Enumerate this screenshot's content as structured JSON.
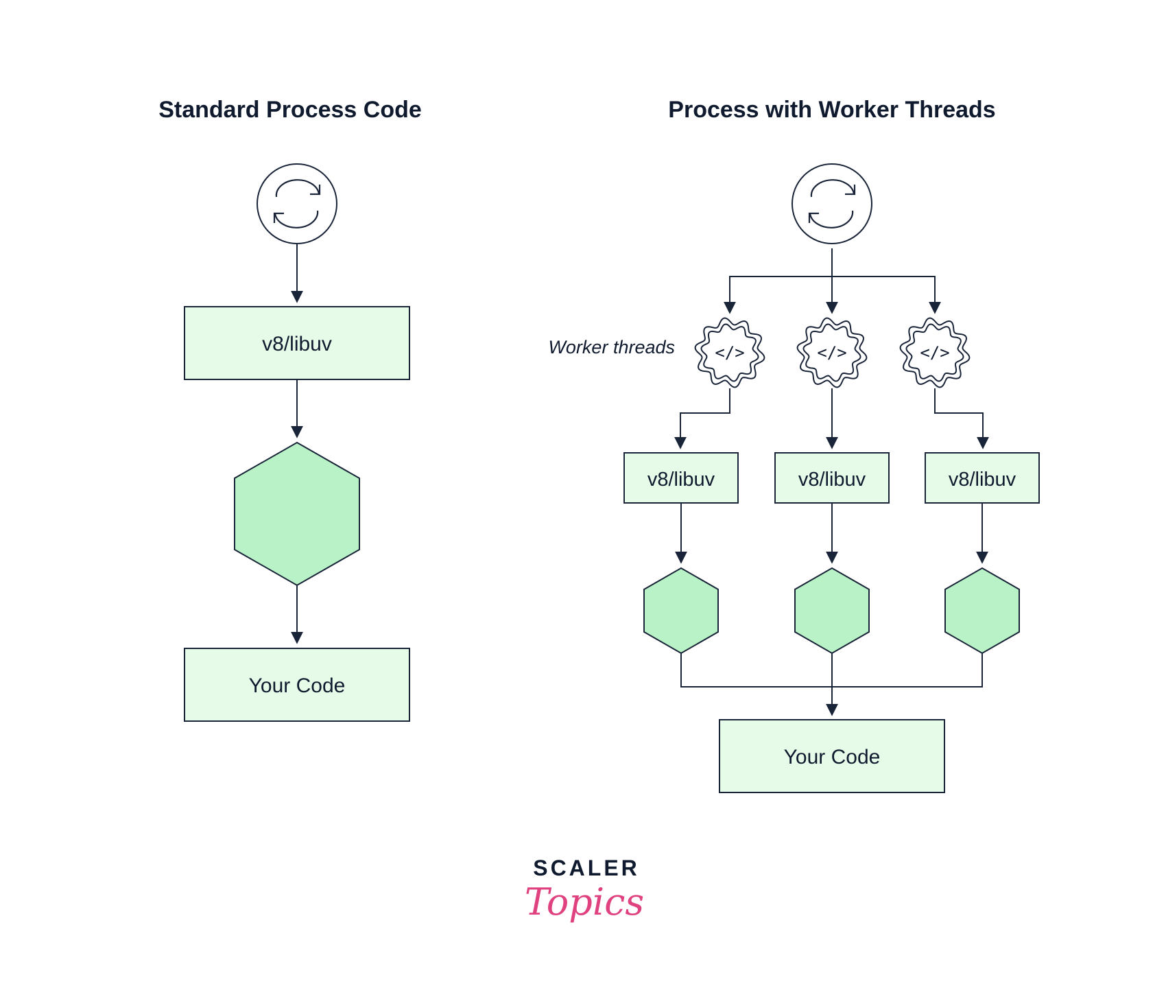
{
  "left_panel": {
    "title": "Standard Process Code",
    "engine_label": "v8/libuv",
    "code_label": "Your Code",
    "icons": {
      "loop": "refresh-cycle-icon"
    }
  },
  "right_panel": {
    "title": "Process with Worker Threads",
    "worker_label": "Worker threads",
    "workers": [
      {
        "code_glyph": "</>",
        "engine_label": "v8/libuv"
      },
      {
        "code_glyph": "</>",
        "engine_label": "v8/libuv"
      },
      {
        "code_glyph": "</>",
        "engine_label": "v8/libuv"
      }
    ],
    "code_label": "Your Code",
    "icons": {
      "loop": "refresh-cycle-icon",
      "worker": "code-gear-icon"
    }
  },
  "brand": {
    "line1": "SCALER",
    "line2": "Topics"
  },
  "colors": {
    "box_fill": "#e6fbe8",
    "hex_fill": "#b8f2c6",
    "stroke": "#1a2438",
    "brand_pink": "#e0417f"
  }
}
